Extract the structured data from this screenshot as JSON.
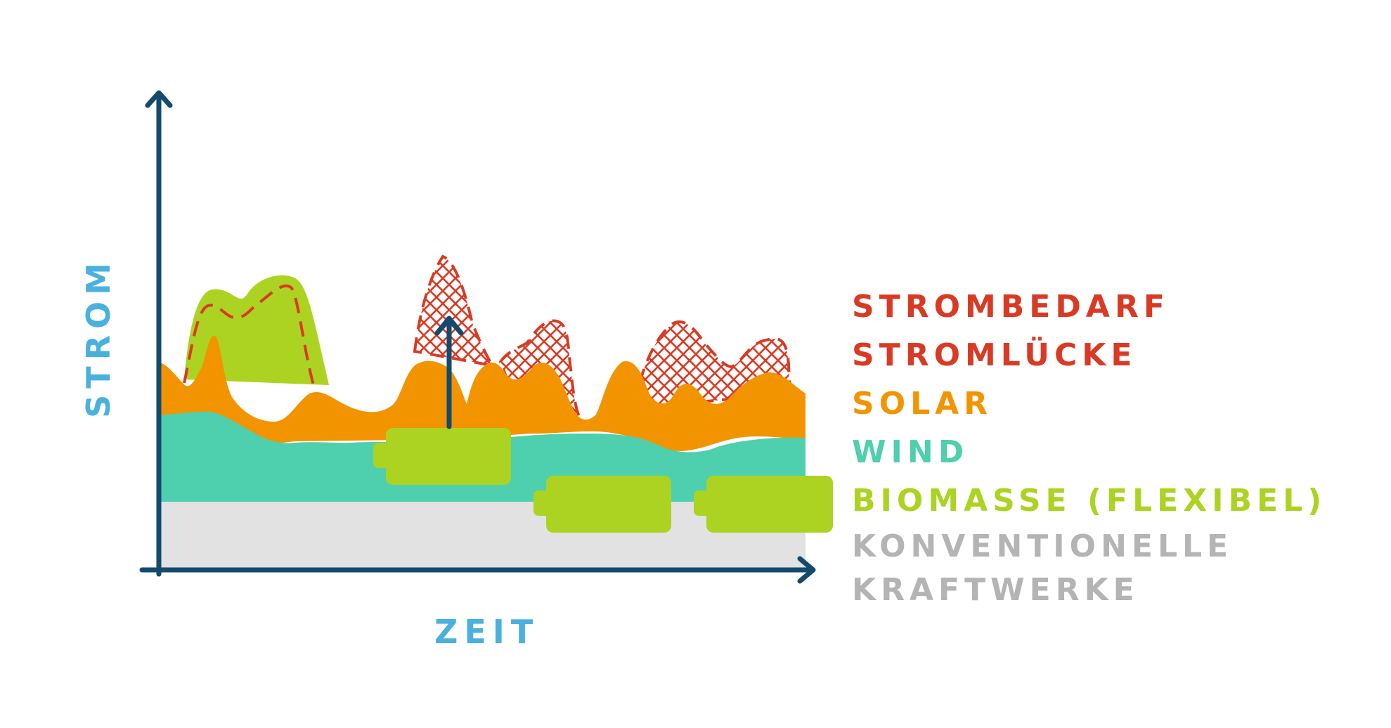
{
  "axes": {
    "y_label": "STROM",
    "x_label": "ZEIT"
  },
  "legend": [
    {
      "key": "strombedarf",
      "label": "STROMBEDARF",
      "color": "#d93a24"
    },
    {
      "key": "stromluecke",
      "label": "STROMLÜCKE",
      "color": "#d93a24"
    },
    {
      "key": "solar",
      "label": "SOLAR",
      "color": "#f29400"
    },
    {
      "key": "wind",
      "label": "WIND",
      "color": "#4ecfad"
    },
    {
      "key": "biomasse",
      "label": "BIOMASSE (FLEXIBEL)",
      "color": "#acd321"
    },
    {
      "key": "konventionelle",
      "label": "KONVENTIONELLE KRAFTWERKE",
      "color": "#b4b4b4"
    }
  ],
  "colors": {
    "axis": "#134a6e",
    "axis_label": "#4ab1de",
    "conventional_fill": "#e2e2e2",
    "biomass_block": "#acd321"
  },
  "icons": {
    "biomass_block": "battery-icon",
    "flex_arrow": "up-arrow-icon"
  }
}
